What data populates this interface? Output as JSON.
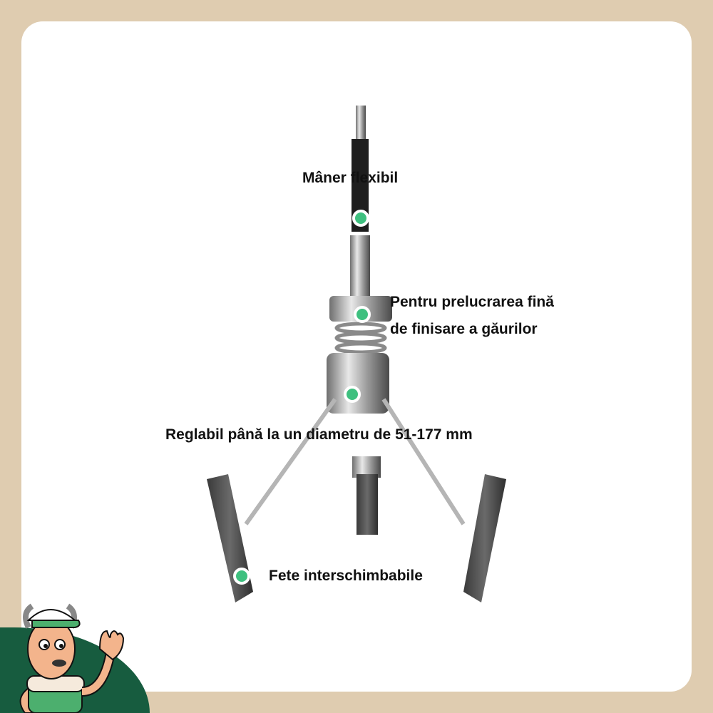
{
  "labels": {
    "handle": "Mâner flexibil",
    "finish_line1": "Pentru prelucrarea fină",
    "finish_line2": "de finisare a găurilor",
    "adjustable": "Reglabil până la un diametru de 51-177 mm",
    "faces": "Fete interschimbabile"
  },
  "colors": {
    "background": "#dfccb0",
    "card": "#ffffff",
    "dot": "#3ec07f",
    "blob": "#175c3f"
  }
}
